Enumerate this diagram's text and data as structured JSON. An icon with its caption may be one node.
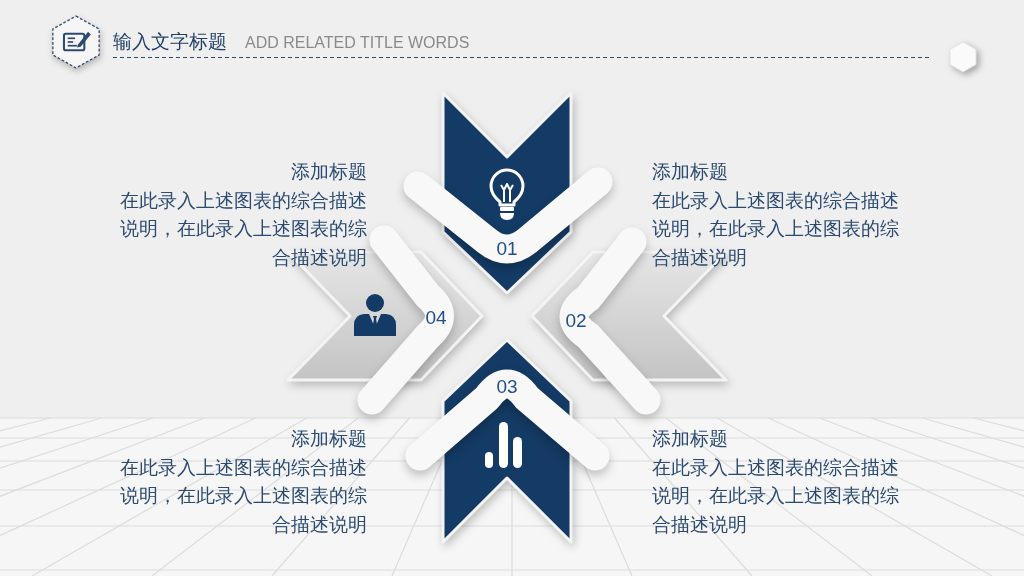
{
  "diagram": {
    "title": "输入文字标题",
    "nodes": [
      {
        "text": [
          "01"
        ]
      },
      {
        "text": [
          "04"
        ]
      },
      {
        "text": [
          "02"
        ]
      },
      {
        "text": [
          "03"
        ]
      }
    ],
    "labels": [
      "ADD RELATED TITLE WORDS",
      "添加标题",
      "在此录入上述图表的综合描述说明，在此录入上述图表的综合描述说明",
      "添加标题",
      "在此录入上述图表的综合描述说明，在此录入上述图表的综合描述说明",
      "添加标题",
      "在此录入上述图表的综合描述说明，在此录入上述图表的综合描述说明",
      "添加标题",
      "在此录入上述图表的综合描述说明，在此录入上述图表的综合描述说明"
    ]
  }
}
